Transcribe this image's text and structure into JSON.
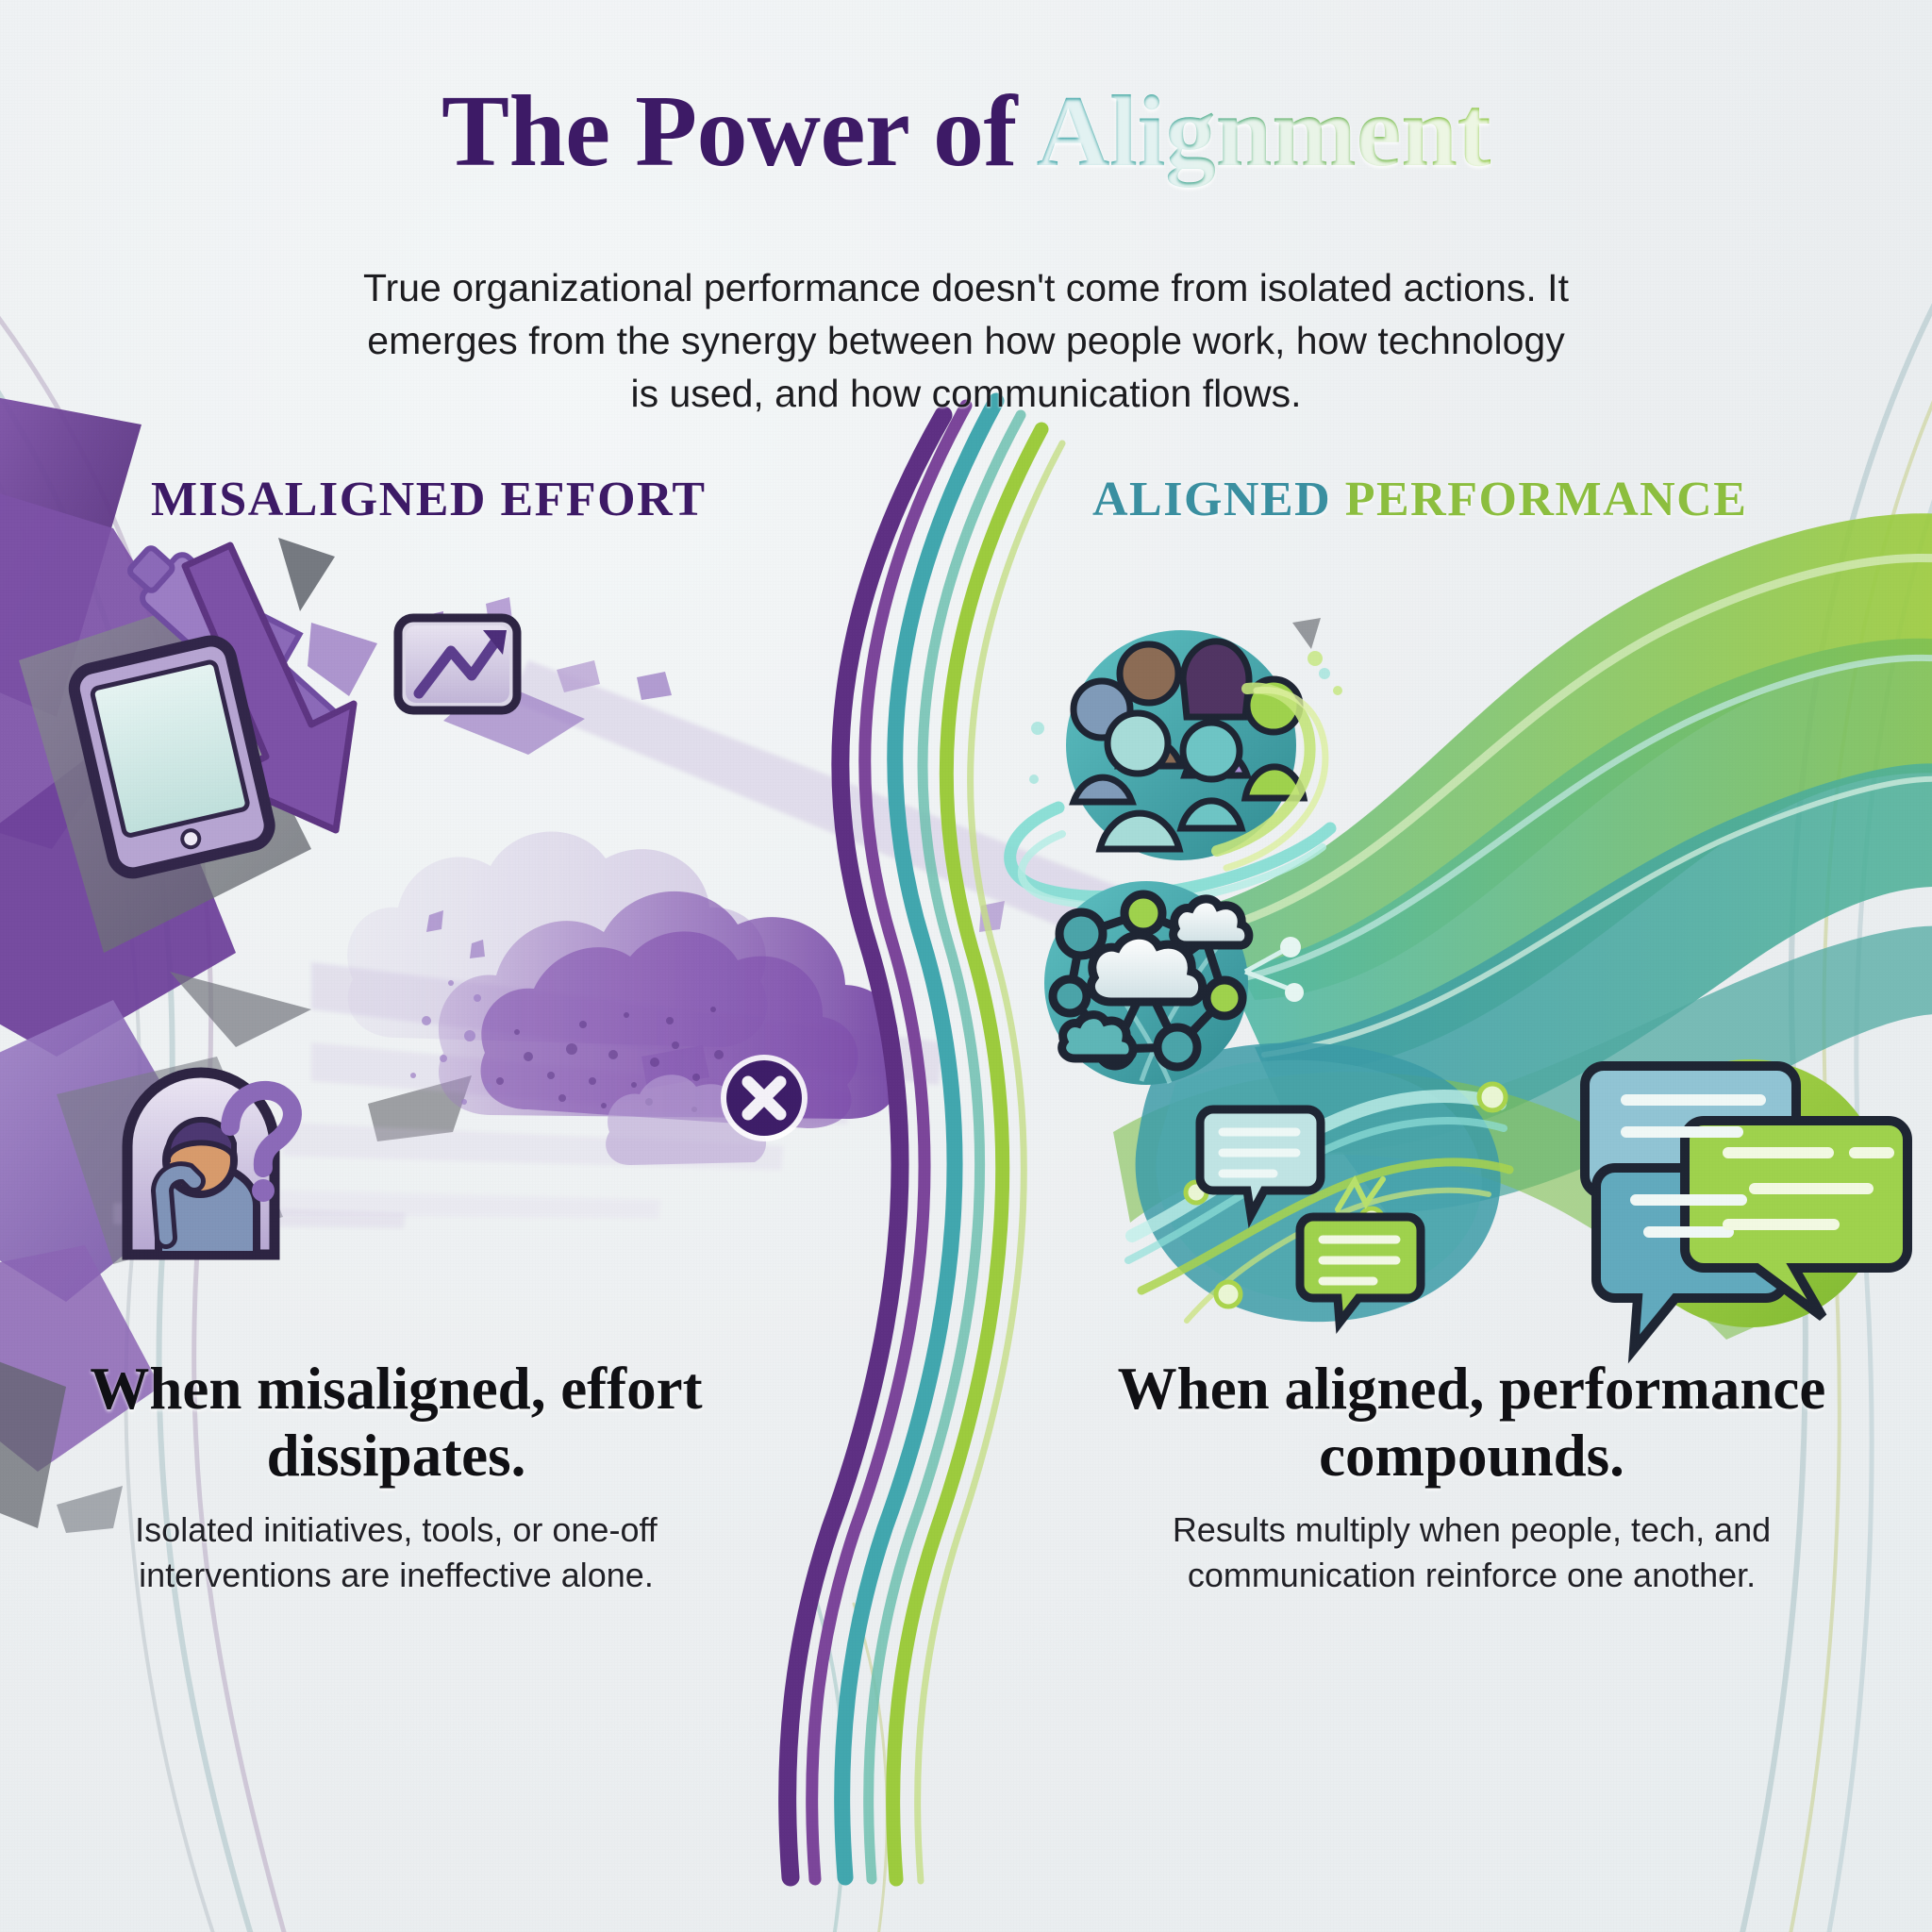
{
  "page": {
    "title_part1": "The Power of ",
    "title_part2": "Alignment",
    "subtitle": "True organizational performance doesn't come from isolated actions. It emerges from the synergy between how people work, how technology is used, and how communication flows.",
    "background_color": "#eef2f3"
  },
  "left_panel": {
    "heading": "MISALIGNED EFFORT",
    "heading_color": "#3d1a66",
    "caption": "When misaligned, effort dissipates.",
    "subcaption": "Isolated initiatives, tools, or one-off interventions are ineffective alone.",
    "accent_color": "#7e5aa8",
    "icons": [
      {
        "name": "trend-chart-icon",
        "label": "Upward trend chart"
      },
      {
        "name": "hammer-icon",
        "label": "Hammer tool"
      },
      {
        "name": "down-arrow-icon",
        "label": "Declining arrow"
      },
      {
        "name": "tablet-icon",
        "label": "Tablet device"
      },
      {
        "name": "confused-person-icon",
        "label": "Confused person with question mark"
      },
      {
        "name": "dissipating-cloud-icon",
        "label": "Dissipating purple cloud"
      },
      {
        "name": "error-x-badge-icon",
        "label": "Failure X badge"
      },
      {
        "name": "shattered-shards",
        "label": "Shattered glass shards"
      }
    ]
  },
  "right_panel": {
    "heading_part1": "ALIGNED ",
    "heading_part2": "PERFORMANCE",
    "heading_color_1": "#3a8fa0",
    "heading_color_2": "#8cbe3f",
    "caption": "When aligned, performance compounds.",
    "subcaption": "Results multiply when people, tech, and communication reinforce one another.",
    "accent_color": "#45a8a0",
    "icons": [
      {
        "name": "people-group-icon",
        "label": "Diverse group of people"
      },
      {
        "name": "network-cloud-icon",
        "label": "Connected network with cloud nodes"
      },
      {
        "name": "chat-bubbles-icon",
        "label": "Communication chat bubbles"
      },
      {
        "name": "flow-ribbons",
        "label": "Compounding flow ribbons"
      }
    ]
  },
  "divider": {
    "name": "s-curve-divider",
    "ribbon_colors": [
      "#5c2d82",
      "#6f3a94",
      "#3fa6ae",
      "#5fb8a8",
      "#9ccb3b"
    ]
  },
  "palette": {
    "purple_dark": "#3d1a66",
    "purple_mid": "#7e5aa8",
    "purple_light": "#b8a2d4",
    "teal": "#3fa6ae",
    "teal_dark": "#2f8a92",
    "green": "#8cc63f",
    "green_dark": "#6aa832",
    "gray_shard": "#6e7076",
    "ink": "#1b2230"
  }
}
